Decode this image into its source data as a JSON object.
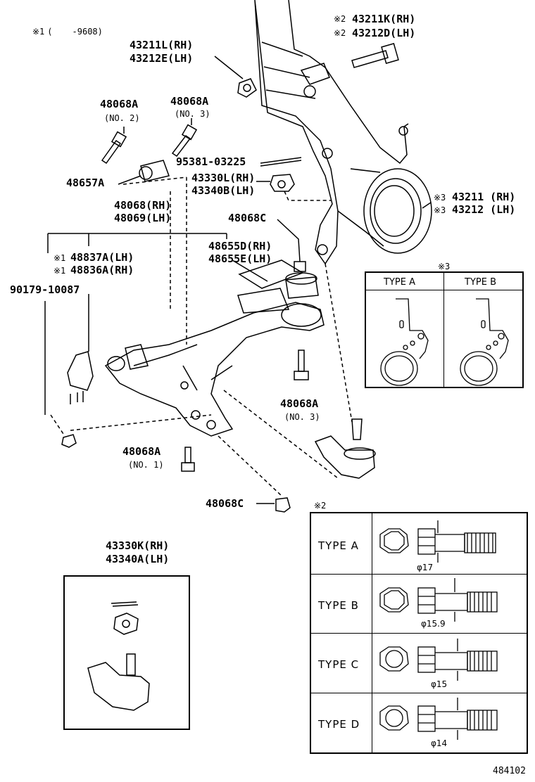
{
  "footnote_header": {
    "mark": "※1",
    "paren": "(",
    "range": "-9608)"
  },
  "labels": {
    "p43211L": "43211L(RH)",
    "p43212E": "43212E(LH)",
    "p43211K": "43211K(RH)",
    "p43212D": "43212D(LH)",
    "p48068A_2": "48068A",
    "p48068A_2_sub": "(NO. 2)",
    "p48068A_3": "48068A",
    "p48068A_3_sub": "(NO. 3)",
    "p95381": "95381-03225",
    "p48657A": "48657A",
    "p43330L": "43330L(RH)",
    "p43340B": "43340B(LH)",
    "p43211": "43211 (RH)",
    "p43212": "43212 (LH)",
    "p48068RH": "48068(RH)",
    "p48069LH": "48069(LH)",
    "p48068C_top": "48068C",
    "p48837A": "48837A(LH)",
    "p48836A": "48836A(RH)",
    "p48655D": "48655D(RH)",
    "p48655E": "48655E(LH)",
    "p90179": "90179-10087",
    "p48068A_mid": "48068A",
    "p48068A_mid_sub": "(NO. 3)",
    "p48068A_1": "48068A",
    "p48068A_1_sub": "(NO. 1)",
    "p48068C_bot": "48068C",
    "p43330K": "43330K(RH)",
    "p43340A": "43340A(LH)",
    "diagram_id": "484102"
  },
  "marks": {
    "m1": "※1",
    "m2": "※2",
    "m3": "※3"
  },
  "type_box_3": {
    "type_a": "TYPE A",
    "type_b": "TYPE B"
  },
  "type_box_2": {
    "rows": [
      {
        "type": "TYPE  A",
        "dia": "φ17"
      },
      {
        "type": "TYPE  B",
        "dia": "φ15.9"
      },
      {
        "type": "TYPE  C",
        "dia": "φ15"
      },
      {
        "type": "TYPE  D",
        "dia": "φ14"
      }
    ]
  }
}
